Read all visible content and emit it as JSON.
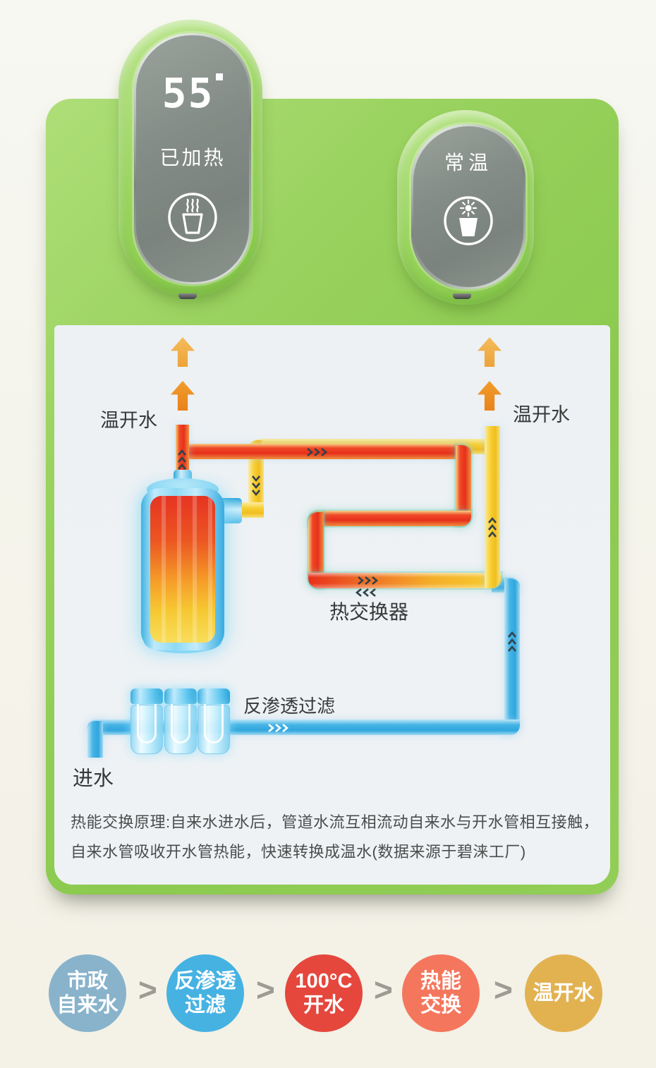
{
  "device": {
    "hot_display": {
      "temperature": "55",
      "degree_symbol": "°",
      "status": "已加热",
      "icon": "steam-cup-icon"
    },
    "ambient_display": {
      "label": "常温",
      "icon": "sun-cup-icon"
    }
  },
  "diagram": {
    "warm_water_left": "温开水",
    "warm_water_right": "温开水",
    "heat_exchanger": "热交换器",
    "ro_filter": "反渗透过滤",
    "water_inlet": "进水",
    "caption_line1": "热能交换原理:自来水进水后，管道水流互相流动自来水与开水管相互接触，",
    "caption_line2": "自来水管吸收开水管热能，快速转换成温水(数据来源于碧涞工厂)"
  },
  "process_flow": {
    "separator": ">",
    "steps": [
      {
        "line1": "市政",
        "line2": "自来水",
        "color": "#88b3cb"
      },
      {
        "line1": "反渗透",
        "line2": "过滤",
        "color": "#45b2e2"
      },
      {
        "line1": "100°C",
        "line2": "开水",
        "color": "#e5473d"
      },
      {
        "line1": "热能",
        "line2": "交换",
        "color": "#f4775d"
      },
      {
        "line1": "温开水",
        "line2": "",
        "color": "#e2b251"
      }
    ]
  },
  "colors": {
    "panel_green": "#8bca4f",
    "screen_gray": "#848c87",
    "pipe_hot_red": "#e7301b",
    "pipe_warm_yellow": "#f1bd1e",
    "pipe_cold_blue": "#2fa6de",
    "arrow_orange": "#eda33b",
    "background_cream": "#f4f1e6",
    "diagram_panel": "#edf1f4"
  },
  "icons": {
    "hot_button": "steam-cup-icon",
    "ambient_button": "sun-cup-icon",
    "flow_direction": "chevron-icons",
    "outlet": "up-arrow-icon"
  }
}
